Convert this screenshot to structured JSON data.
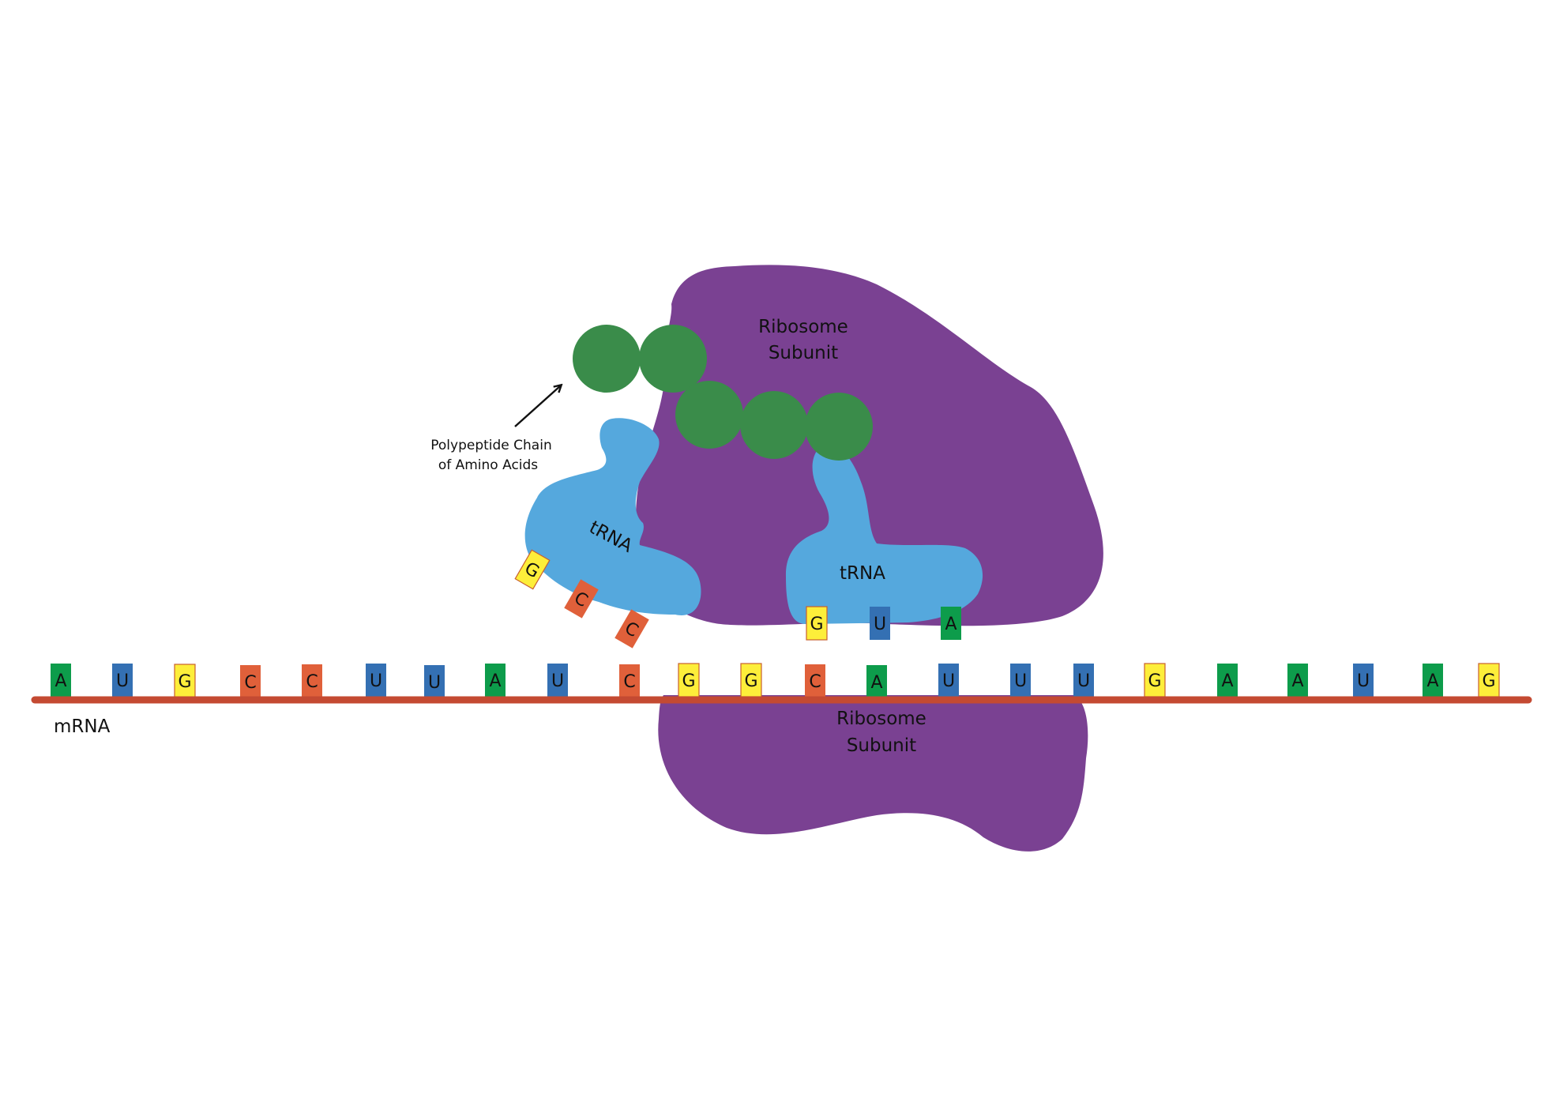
{
  "labels": {
    "ribosome_top_line1": "Ribosome",
    "ribosome_top_line2": "Subunit",
    "ribosome_bottom_line1": "Ribosome",
    "ribosome_bottom_line2": "Subunit",
    "polypeptide_line1": "Polypeptide Chain",
    "polypeptide_line2": "of Amino Acids",
    "trna_left": "tRNA",
    "trna_right": "tRNA",
    "mrna": "mRNA"
  },
  "colors": {
    "ribosome": "#7a4192",
    "trna": "#55a8dd",
    "amino_acid": "#3a8c4a",
    "mrna_strand": "#c44a32",
    "A": "#0d9c4b",
    "U": "#3470b3",
    "G": "#fdee3a",
    "C": "#e0603a"
  },
  "mrna_bases": [
    "A",
    "U",
    "G",
    "C",
    "C",
    "U",
    "U",
    "A",
    "U",
    "C",
    "G",
    "G",
    "C",
    "A",
    "U",
    "U",
    "U",
    "G",
    "A",
    "A",
    "U",
    "A",
    "G"
  ],
  "trna_left_anticodon": [
    "G",
    "C",
    "C"
  ],
  "trna_right_anticodon": [
    "G",
    "U",
    "A"
  ],
  "amino_acid_count": 5
}
